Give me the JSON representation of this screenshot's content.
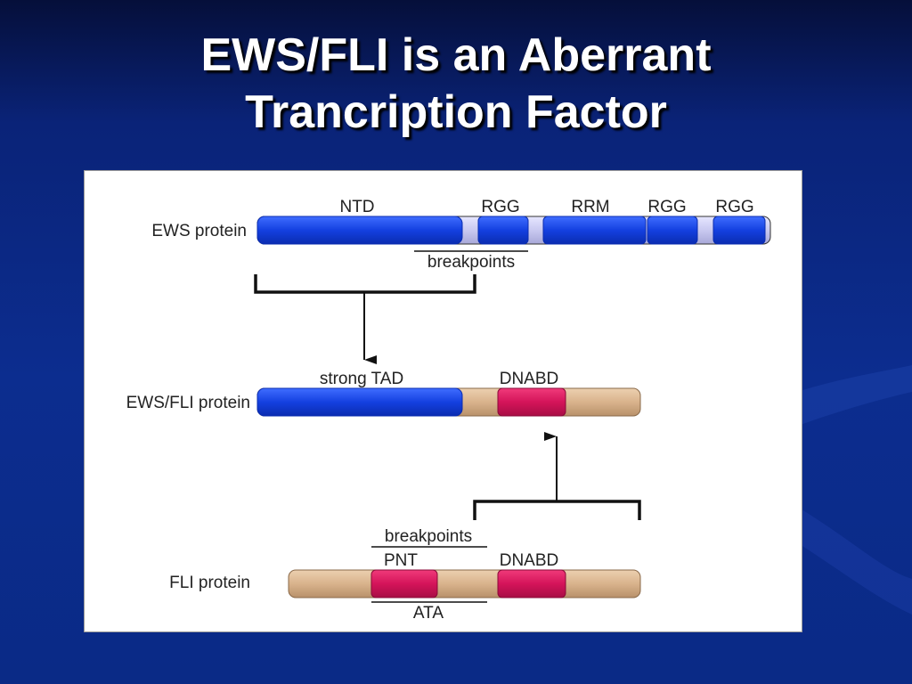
{
  "slide": {
    "title_line1": "EWS/FLI is an Aberrant",
    "title_line2": "Trancription Factor"
  },
  "diagram": {
    "ews": {
      "name": "EWS protein",
      "domains": [
        "NTD",
        "RGG",
        "RRM",
        "RGG",
        "RGG"
      ],
      "breakpoints": "breakpoints"
    },
    "fusion": {
      "name": "EWS/FLI protein",
      "domains": [
        "strong TAD",
        "DNABD"
      ]
    },
    "fli": {
      "name": "FLI protein",
      "breakpoints": "breakpoints",
      "domains": [
        "PNT",
        "DNABD"
      ],
      "sublabel": "ATA"
    },
    "colors": {
      "ews_blue": "#1440e0",
      "fli_tan": "#d9b38c",
      "domain_red": "#d4145a",
      "rgg_lavender": "#c9c9f0"
    }
  }
}
